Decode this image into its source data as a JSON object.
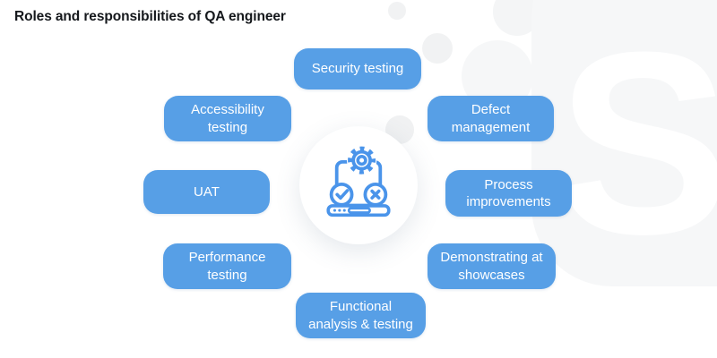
{
  "title": "Roles and responsibilities of QA engineer",
  "diagram": {
    "center_icon": "laptop-gear-check-x-icon",
    "roles": [
      {
        "label": "Security testing"
      },
      {
        "label": "Accessibility\ntesting"
      },
      {
        "label": "Defect\nmanagement"
      },
      {
        "label": "UAT"
      },
      {
        "label": "Process\nimprovements"
      },
      {
        "label": "Performance\ntesting"
      },
      {
        "label": "Demonstrating at\nshowcases"
      },
      {
        "label": "Functional\nanalysis & testing"
      }
    ]
  },
  "watermark": {
    "letter": "S"
  },
  "colors": {
    "pill_background": "#579fe6",
    "pill_text": "#ffffff",
    "icon_stroke": "#4a94ea",
    "title_text": "#15181c",
    "watermark_blob": "#f6f7f8",
    "watermark_dots": "#f1f2f3",
    "page_background": "#ffffff"
  }
}
